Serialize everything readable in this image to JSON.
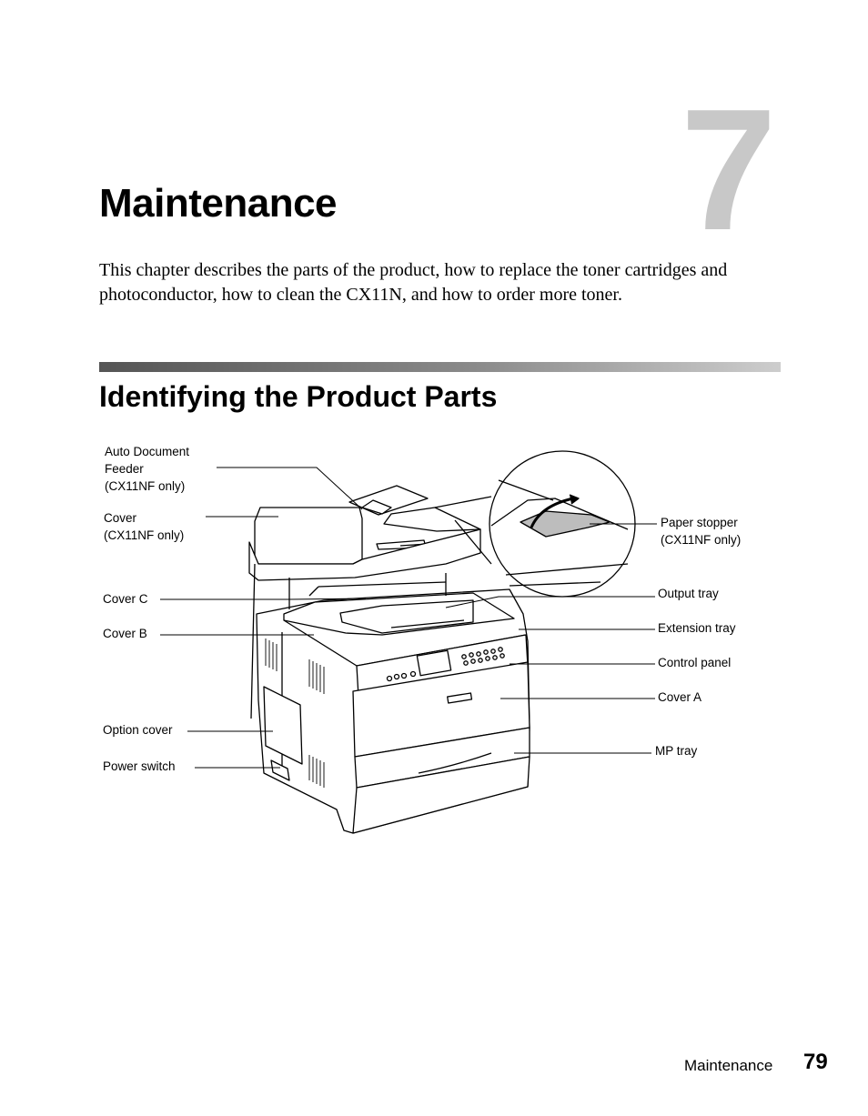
{
  "chapter": {
    "number": "7",
    "title": "Maintenance",
    "intro": "This chapter describes the parts of the product, how to replace the toner cartridges and photoconductor, how to clean the CX11N, and how to order more toner."
  },
  "section": {
    "title": "Identifying the Product Parts"
  },
  "figure": {
    "labels": {
      "adf": "Auto Document\nFeeder\n(CX11NF only)",
      "cover": "Cover\n(CX11NF only)",
      "cover_c": "Cover C",
      "cover_b": "Cover B",
      "option_cover": "Option cover",
      "power_switch": "Power switch",
      "paper_stopper": "Paper stopper\n(CX11NF only)",
      "output_tray": "Output tray",
      "extension_tray": "Extension tray",
      "control_panel": "Control panel",
      "cover_a": "Cover A",
      "mp_tray": "MP tray"
    }
  },
  "footer": {
    "section": "Maintenance",
    "page": "79"
  }
}
